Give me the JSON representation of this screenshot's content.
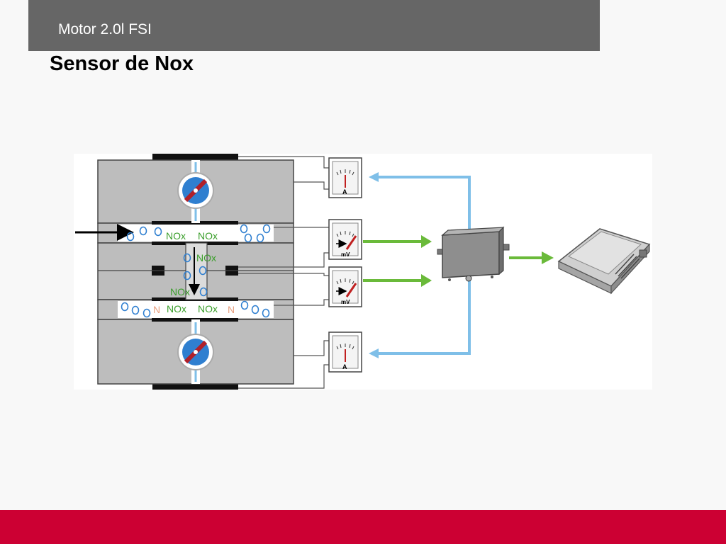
{
  "header": {
    "title": "Motor 2.0l FSI"
  },
  "page": {
    "title": "Sensor de Nox"
  },
  "diagram": {
    "gas_labels": {
      "nox": "NOx",
      "o": "O",
      "n": "N"
    },
    "meter_units": {
      "ampere": "A",
      "millivolt": "mV"
    }
  },
  "colors": {
    "header_bar": "#666666",
    "footer_bar": "#cc0033",
    "sensor_body": "#bdbdbd",
    "signal_arrow": "#6aba3a",
    "control_arrow": "#7fbfe8",
    "nox_text": "#3a9e2a",
    "oxygen": "#2f7fd0",
    "nitrogen": "#e8a080"
  }
}
